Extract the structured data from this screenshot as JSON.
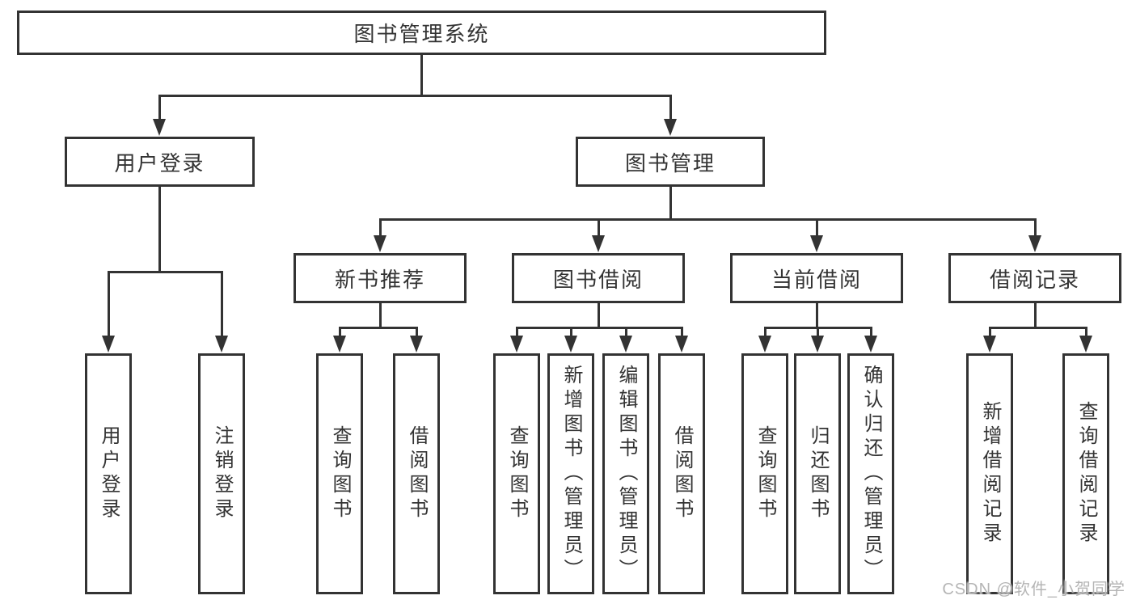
{
  "nodes": {
    "root": "图书管理系统",
    "user_login": "用户登录",
    "book_mgmt": "图书管理",
    "new_book_rec": "新书推荐",
    "book_borrow": "图书借阅",
    "current_borrow": "当前借阅",
    "borrow_records": "借阅记录",
    "ul_login": "用户登录",
    "ul_logout": "注销登录",
    "nbr_query": "查询图书",
    "nbr_borrow": "借阅图书",
    "bb_query": "查询图书",
    "bb_add": "新增图书（管理员）",
    "bb_edit": "编辑图书（管理员）",
    "bb_borrow": "借阅图书",
    "cb_query": "查询图书",
    "cb_return": "归还图书",
    "cb_confirm": "确认归还（管理员）",
    "br_add": "新增借阅记录",
    "br_query": "查询借阅记录"
  },
  "watermark": "CSDN @软件_小贺同学",
  "colors": {
    "line": "#333333",
    "text": "#333333",
    "box_bg": "#ffffff",
    "page_bg": "#ffffff",
    "watermark": "#b5b5b5"
  }
}
